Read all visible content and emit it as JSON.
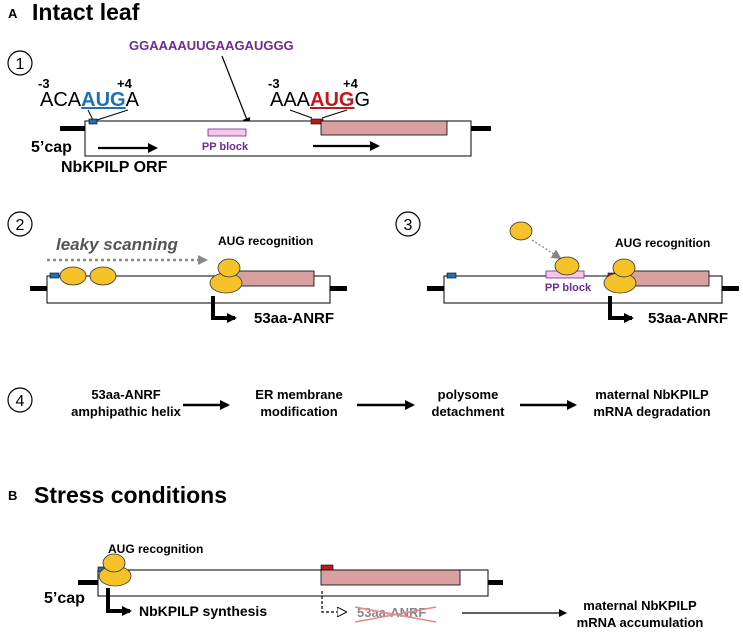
{
  "panel_a": {
    "letter": "A",
    "title": "Intact leaf",
    "step1": {
      "num": "1",
      "seq": "GGAAAAUUGAAGAUGGG",
      "m3a": "-3",
      "p4a": "+4",
      "ctx1_pre": "ACA",
      "ctx1_aug": "AUG",
      "ctx1_post": "A",
      "m3b": "-3",
      "p4b": "+4",
      "ctx2_pre": "AAA",
      "ctx2_aug": "AUG",
      "ctx2_post": "G",
      "pp_block": "PP block",
      "cap": "5’cap",
      "orf": "NbKPILP ORF"
    },
    "step2": {
      "num": "2",
      "leaky": "leaky scanning",
      "aug_rec": "AUG recognition",
      "product": "53aa-ANRF"
    },
    "step3": {
      "num": "3",
      "aug_rec": "AUG recognition",
      "pp_block": "PP block",
      "product": "53aa-ANRF"
    },
    "step4": {
      "num": "4",
      "flow": [
        [
          "53aa-ANRF",
          "amphipathic helix"
        ],
        [
          "ER membrane",
          "modification"
        ],
        [
          "polysome",
          "detachment"
        ],
        [
          "maternal NbKPILP",
          "mRNA degradation"
        ]
      ]
    }
  },
  "panel_b": {
    "letter": "B",
    "title": "Stress conditions",
    "aug_rec": "AUG recognition",
    "cap": "5’cap",
    "synthesis": "NbKPILP synthesis",
    "crossed": "53aa-ANRF",
    "outcome_line1": "maternal NbKPILP",
    "outcome_line2": "mRNA accumulation"
  },
  "colors": {
    "ribosome": "#F5C22A",
    "orf_box": "#D9A0A0",
    "blue_mark": "#1F6FB5",
    "red_mark": "#C0181F",
    "pp_fill": "#F3C6EA",
    "purple_text": "#6E2A96",
    "blue_text": "#1F6FB5",
    "red_text": "#C0181F"
  }
}
